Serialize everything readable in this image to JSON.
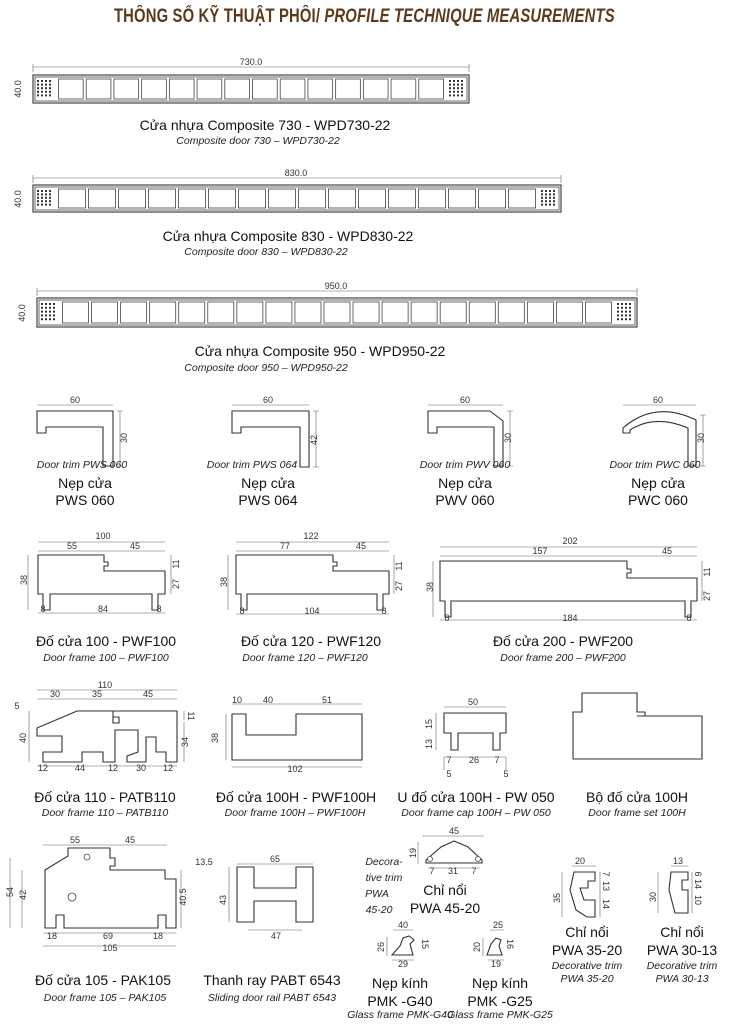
{
  "title": {
    "vi": "THÔNG SỐ KỸ THUẬT PHÔI/ ",
    "en": "PROFILE TECHNIQUE MEASUREMENTS"
  },
  "composite_panels": [
    {
      "width": "730.0",
      "height": "40.0",
      "name_vi": "Cửa nhựa Composite 730 - WPD730-22",
      "name_en": "Composite door 730 – WPD730-22"
    },
    {
      "width": "830.0",
      "height": "40.0",
      "name_vi": "Cửa nhựa Composite 830 - WPD830-22",
      "name_en": "Composite door 830 – WPD830-22"
    },
    {
      "width": "950.0",
      "height": "40.0",
      "name_vi": "Cửa nhựa Composite 950 - WPD950-22",
      "name_en": "Composite door 950 – WPD950-22"
    }
  ],
  "door_trims": [
    {
      "en": "Door trim PWS 060",
      "vi1": "Nẹp cửa",
      "vi2": "PWS 060",
      "dims": [
        "60",
        "30"
      ]
    },
    {
      "en": "Door trim PWS 064",
      "vi1": "Nẹp cửa",
      "vi2": "PWS 064",
      "dims": [
        "60",
        "42"
      ]
    },
    {
      "en": "Door trim PWV 060",
      "vi1": "Nẹp cửa",
      "vi2": "PWV 060",
      "dims": [
        "60",
        "30"
      ]
    },
    {
      "en": "Door trim PWC 060",
      "vi1": "Nẹp cửa",
      "vi2": "PWC 060",
      "dims": [
        "60",
        "30"
      ]
    }
  ],
  "door_frames": [
    {
      "name_vi": "Đố cửa 100 - PWF100",
      "name_en": "Door frame 100 – PWF100",
      "dims": [
        "100",
        "55",
        "45",
        "38",
        "11",
        "27",
        "8",
        "84",
        "8"
      ]
    },
    {
      "name_vi": "Đố cửa 120 - PWF120",
      "name_en": "Door frame 120 – PWF120",
      "dims": [
        "122",
        "77",
        "45",
        "38",
        "11",
        "27",
        "8",
        "104",
        "8"
      ]
    },
    {
      "name_vi": "Đố cửa 200 - PWF200",
      "name_en": "Door frame 200 – PWF200",
      "dims": [
        "202",
        "157",
        "45",
        "38",
        "11",
        "27",
        "8",
        "184",
        "8"
      ]
    }
  ],
  "row3": [
    {
      "name_vi": "Đố cửa 110 - PATB110",
      "name_en": "Door frame 110 – PATB110",
      "dims": [
        "110",
        "30",
        "35",
        "45",
        "5",
        "40",
        "11",
        "34",
        "12",
        "44",
        "12",
        "30",
        "12"
      ]
    },
    {
      "name_vi": "Đố cửa 100H - PWF100H",
      "name_en": "Door frame 100H – PWF100H",
      "dims": [
        "10",
        "40",
        "51",
        "38",
        "102"
      ]
    },
    {
      "name_vi": "U đố cửa 100H - PW 050",
      "name_en": "Door frame cap 100H – PW 050",
      "dims": [
        "50",
        "15",
        "13",
        "7",
        "26",
        "7",
        "5",
        "5"
      ]
    },
    {
      "name_vi": "Bộ đố cửa 100H",
      "name_en": "Door frame set 100H"
    }
  ],
  "row4": {
    "pak105": {
      "name_vi": "Đố cửa 105 - PAK105",
      "name_en": "Door frame 105 – PAK105",
      "dims": [
        "55",
        "45",
        "13.5",
        "54",
        "42",
        "40.5",
        "18",
        "69",
        "18",
        "105"
      ]
    },
    "pabt6543": {
      "name_vi": "Thanh ray  PABT 6543",
      "name_en": "Sliding door rail PABT 6543",
      "dims": [
        "65",
        "43",
        "47"
      ]
    },
    "pwa4520": {
      "vi1": "Chỉ nổi",
      "vi2": "PWA 45-20",
      "en_lines": [
        "Decora-",
        "tive trim",
        "PWA",
        "45-20"
      ],
      "dims": [
        "45",
        "19",
        "7",
        "31",
        "7"
      ]
    },
    "pmkg40": {
      "vi1": "Nẹp kính",
      "vi2": "PMK -G40",
      "en": "Glass frame PMK-G40",
      "dims": [
        "40",
        "26",
        "15",
        "29"
      ]
    },
    "pmkg25": {
      "vi1": "Nẹp kính",
      "vi2": "PMK -G25",
      "en": "Glass frame PMK-G25",
      "dims": [
        "25",
        "20",
        "16",
        "19"
      ]
    },
    "pwa3520": {
      "vi1": "Chỉ nổi",
      "vi2": "PWA 35-20",
      "en1": "Decorative trim",
      "en2": "PWA 35-20",
      "dims": [
        "20",
        "35",
        "7",
        "13",
        "14"
      ]
    },
    "pwa3013": {
      "vi1": "Chỉ nổi",
      "vi2": "PWA 30-13",
      "en1": "Decorative trim",
      "en2": "PWA 30-13",
      "dims": [
        "13",
        "30",
        "6",
        "14",
        "10"
      ]
    }
  },
  "colors": {
    "title": "#5b3a1c",
    "line": "#333333"
  }
}
